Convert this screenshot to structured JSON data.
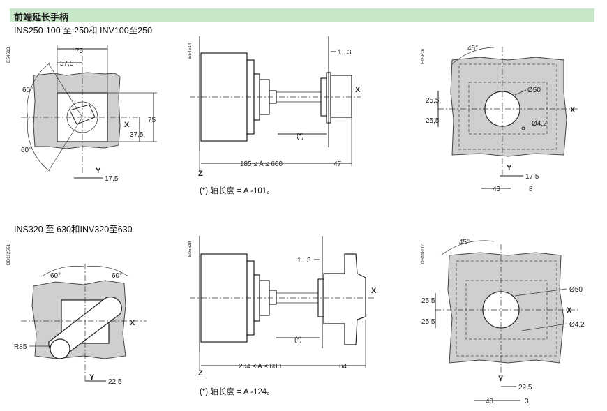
{
  "header": {
    "title": "前端延长手柄"
  },
  "sections": [
    {
      "title": "INS250-100 至 250和 INV100至250",
      "note": "(*) 轴长度 = A -101。"
    },
    {
      "title": "INS320 至 630和INV320至630",
      "note": "(*) 轴长度 = A -124。"
    }
  ],
  "drawings": {
    "d1": {
      "code": "E54513",
      "dims": [
        "75",
        "37,5",
        "60°",
        "60°",
        "75",
        "37,5",
        "X",
        "Y",
        "17,5"
      ]
    },
    "d2": {
      "code": "E54514",
      "dims": [
        "1...3",
        "X",
        "(*)",
        "185 ≤ A ≤ 600",
        "47",
        "Z"
      ]
    },
    "d3": {
      "code": "E95626",
      "dims": [
        "45°",
        "Ø50",
        "25,5",
        "25,5",
        "Ø4,2",
        "X",
        "Y",
        "17,5",
        "43",
        "8"
      ]
    },
    "d4": {
      "code": "DB112551",
      "dims": [
        "60°",
        "60°",
        "X",
        "R85",
        "Y",
        "22,5"
      ]
    },
    "d5": {
      "code": "E95628",
      "dims": [
        "1...3",
        "X",
        "(*)",
        "204 ≤ A ≤ 600",
        "64",
        "Z"
      ]
    },
    "d6": {
      "code": "DB118001",
      "dims": [
        "45°",
        "Ø50",
        "25,5",
        "25,5",
        "Ø4,2",
        "X",
        "Y",
        "22,5",
        "48",
        "3"
      ]
    }
  }
}
